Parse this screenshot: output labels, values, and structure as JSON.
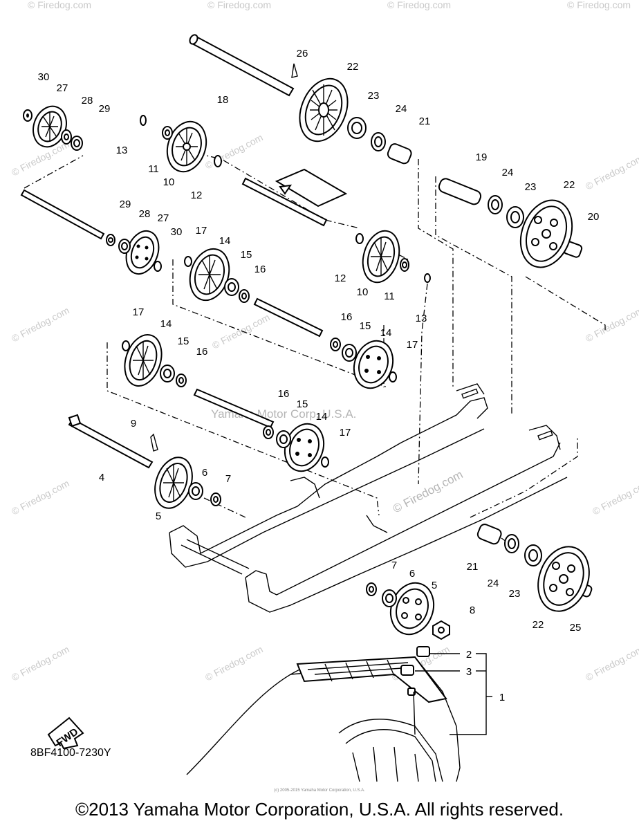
{
  "diagram": {
    "code": "8BF4100-7230Y",
    "copyright": "©2013 Yamaha Motor Corporation, U.S.A. All rights reserved.",
    "tiny_print": "(c) 2005-2015 Yamaha Motor Corporation, U.S.A.",
    "fwd_label": "FWD",
    "watermarks": {
      "center": "Yamaha Motor Corp, U.S.A.",
      "firedog_center": "© Firedog.com",
      "firedog": "© Firedog.com"
    },
    "callouts": [
      "30",
      "27",
      "28",
      "29",
      "26",
      "22",
      "18",
      "23",
      "24",
      "21",
      "13",
      "11",
      "10",
      "12",
      "19",
      "24",
      "23",
      "22",
      "20",
      "29",
      "28",
      "27",
      "30",
      "17",
      "14",
      "15",
      "16",
      "12",
      "10",
      "11",
      "13",
      "17",
      "14",
      "15",
      "16",
      "16",
      "15",
      "14",
      "17",
      "16",
      "15",
      "14",
      "17",
      "9",
      "4",
      "6",
      "7",
      "5",
      "21",
      "24",
      "23",
      "22",
      "25",
      "7",
      "6",
      "5",
      "8",
      "2",
      "3",
      "1"
    ]
  }
}
